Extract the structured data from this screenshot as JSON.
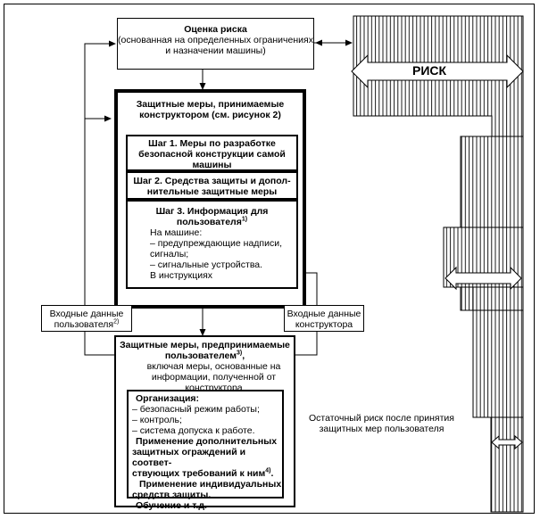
{
  "risk_assessment": {
    "title": "Оценка риска",
    "lines": [
      "(основанная на определенных ограничениях",
      "и назначении машины)"
    ]
  },
  "designer_measures": {
    "title_line1": "Защитные меры, принимаемые",
    "title_line2": "конструктором (см. рисунок 2)",
    "step1": [
      "Шаг 1. Меры по разработке",
      "безопасной конструкции самой",
      "машины"
    ],
    "step2": [
      "Шаг 2. Средства защиты и допол-",
      "нительные защитные меры"
    ],
    "step3": {
      "title_line1": "Шаг 3. Информация для",
      "title_line2": "пользователя",
      "title_sup": "1)",
      "lines": [
        "На машине:",
        "– предупреждающие надписи,",
        "сигналы;",
        "– сигнальные устройства.",
        "В инструкциях"
      ]
    }
  },
  "user_input": {
    "lines": [
      "Входные данные",
      "пользователя"
    ],
    "sup": "2)"
  },
  "designer_input": {
    "lines": [
      "Входные данные",
      "конструктора"
    ]
  },
  "user_measures": {
    "title_line1": "Защитные меры, предпринимаемые",
    "title_line2": "пользователем",
    "title_sup": "3)",
    "title_suffix": ",",
    "lines": [
      "включая меры, основанные на",
      "информации, полученной от",
      "конструктора"
    ],
    "inner": {
      "org_title": "Организация:",
      "org_items": [
        "– безопасный режим работы;",
        "– контроль;",
        "– система допуска к работе."
      ],
      "extra_line1": "Применение дополнительных",
      "extra_line2": "защитных ограждений и соответ-",
      "extra_line3": "ствующих требований к ним",
      "extra_sup": "4)",
      "extra_suffix": ".",
      "ppe_line1": "Применение индивидуальных",
      "ppe_line2": "средств защиты.",
      "training": "Обучение и т.д."
    }
  },
  "risk_label": "РИСК",
  "residual_risk": [
    "Остаточный риск после принятия",
    "защитных мер пользователя"
  ],
  "colors": {
    "stripe": "#000000",
    "background": "#ffffff"
  }
}
